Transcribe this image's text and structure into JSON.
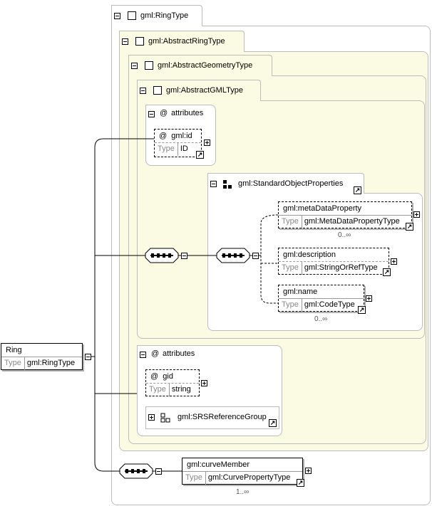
{
  "types": {
    "ring_type": "gml:RingType",
    "abstract_ring_type": "gml:AbstractRingType",
    "abstract_geometry_type": "gml:AbstractGeometryType",
    "abstract_gml_type": "gml:AbstractGMLType"
  },
  "attributes_label": "attributes",
  "at_symbol": "@",
  "type_key": "Type",
  "gml_id": {
    "name": "gml:id",
    "type": "ID"
  },
  "standard_object_properties": "gml:StandardObjectProperties",
  "meta_data_property": {
    "name": "gml:metaDataProperty",
    "type": "gml:MetaDataPropertyType",
    "occurs": "0..∞"
  },
  "description": {
    "name": "gml:description",
    "type": "gml:StringOrRefType"
  },
  "name_el": {
    "name": "gml:name",
    "type": "gml:CodeType",
    "occurs": "0..∞"
  },
  "gid": {
    "name": "gid",
    "type": "string"
  },
  "srs_reference_group": "gml:SRSReferenceGroup",
  "ring": {
    "name": "Ring",
    "type": "gml:RingType"
  },
  "curve_member": {
    "name": "gml:curveMember",
    "type": "gml:CurvePropertyType",
    "occurs": "1..∞"
  },
  "link_glyph": "↗"
}
